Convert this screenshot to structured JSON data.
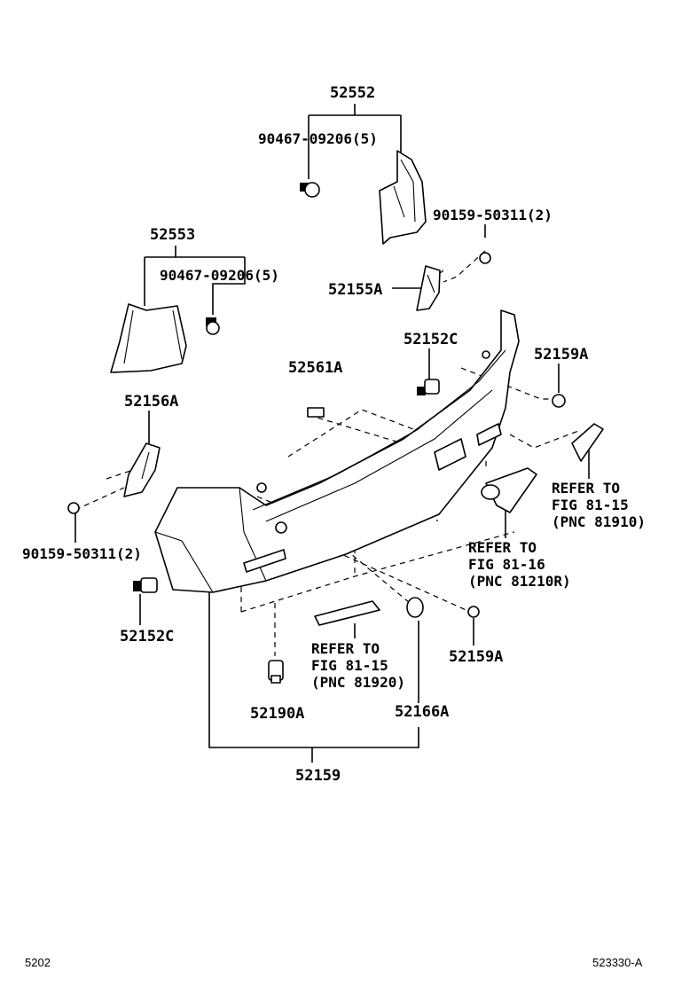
{
  "diagram": {
    "labels": {
      "assy_52552": "52552",
      "clip_52552": "90467-09206(5)",
      "assy_52553": "52553",
      "clip_52553": "90467-09206(5)",
      "screw_right": "90159-50311(2)",
      "bracket_52155a": "52155A",
      "clip_52152c_top": "52152C",
      "retainer_52561a": "52561A",
      "nut_52159a_top": "52159A",
      "bracket_52156a": "52156A",
      "screw_left": "90159-50311(2)",
      "clip_52152c_bottom": "52152C",
      "nut_52159a_bottom": "52159A",
      "sensor_52190a": "52190A",
      "cover_52166a": "52166A",
      "assy_52159": "52159"
    },
    "refs": {
      "right_lamp": [
        "REFER TO",
        "FIG 81-15",
        "(PNC 81910)"
      ],
      "fog_lamp": [
        "REFER TO",
        "FIG 81-16",
        "(PNC 81210R)"
      ],
      "center_reflector": [
        "REFER TO",
        "FIG 81-15",
        "(PNC 81920)"
      ]
    },
    "footer": {
      "left_code": "5202",
      "right_code": "523330-A"
    }
  }
}
